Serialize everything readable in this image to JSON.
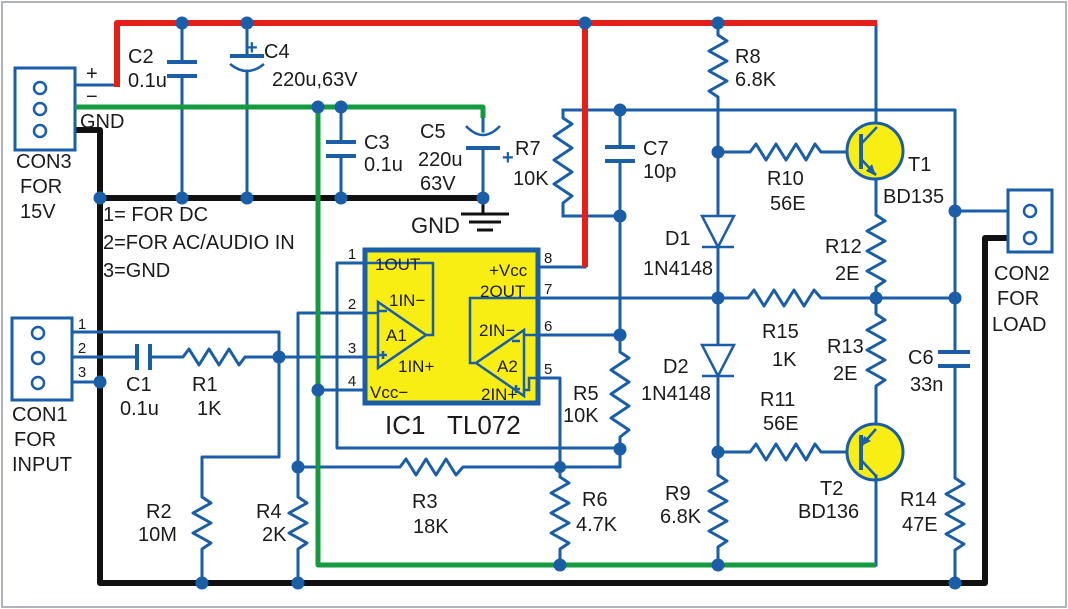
{
  "colors": {
    "wire": "#1a5ea8",
    "positive_rail": "#e41f18",
    "negative_rail": "#169a40",
    "ground_rail": "#111111",
    "ic_fill": "#f8ee13"
  },
  "connectors": {
    "con3": {
      "ref": "CON3",
      "for": "FOR",
      "target": "15V",
      "plus": "+",
      "minus": "−",
      "gnd": "GND"
    },
    "con1": {
      "ref": "CON1",
      "for": "FOR",
      "target": "INPUT",
      "pin1": "1",
      "pin2": "2",
      "pin3": "3"
    },
    "con2": {
      "ref": "CON2",
      "for": "FOR",
      "target": "LOAD"
    }
  },
  "notes": {
    "l1": "1= FOR DC",
    "l2": "2=FOR AC/AUDIO IN",
    "l3": "3=GND"
  },
  "gnd_label": "GND",
  "ic": {
    "ref": "IC1",
    "part": "TL072",
    "pin1": "1",
    "pin2": "2",
    "pin3": "3",
    "pin4": "4",
    "pin5": "5",
    "pin6": "6",
    "pin7": "7",
    "pin8": "8",
    "out1": "1OUT",
    "in1n": "1IN−",
    "a1": "A1",
    "in1p": "1IN+",
    "vccn": "Vcc−",
    "vccp": "+Vcc",
    "out2": "2OUT",
    "in2n": "2IN−",
    "a2": "A2",
    "in2p": "2IN+"
  },
  "parts": {
    "c1": {
      "ref": "C1",
      "val": "0.1u"
    },
    "c2": {
      "ref": "C2",
      "val": "0.1u"
    },
    "c3": {
      "ref": "C3",
      "val": "0.1u"
    },
    "c4": {
      "ref": "C4",
      "val": "220u,63V",
      "pol": "+"
    },
    "c5": {
      "ref": "C5",
      "val": "220u",
      "val2": "63V",
      "pol": "+"
    },
    "c6": {
      "ref": "C6",
      "val": "33n"
    },
    "c7": {
      "ref": "C7",
      "val": "10p"
    },
    "r1": {
      "ref": "R1",
      "val": "1K"
    },
    "r2": {
      "ref": "R2",
      "val": "10M"
    },
    "r3": {
      "ref": "R3",
      "val": "18K"
    },
    "r4": {
      "ref": "R4",
      "val": "2K"
    },
    "r5": {
      "ref": "R5",
      "val": "10K"
    },
    "r6": {
      "ref": "R6",
      "val": "4.7K"
    },
    "r7": {
      "ref": "R7",
      "val": "10K"
    },
    "r8": {
      "ref": "R8",
      "val": "6.8K"
    },
    "r9": {
      "ref": "R9",
      "val": "6.8K"
    },
    "r10": {
      "ref": "R10",
      "val": "56E"
    },
    "r11": {
      "ref": "R11",
      "val": "56E"
    },
    "r12": {
      "ref": "R12",
      "val": "2E"
    },
    "r13": {
      "ref": "R13",
      "val": "2E"
    },
    "r14": {
      "ref": "R14",
      "val": "47E"
    },
    "r15": {
      "ref": "R15",
      "val": "1K"
    },
    "d1": {
      "ref": "D1",
      "val": "1N4148"
    },
    "d2": {
      "ref": "D2",
      "val": "1N4148"
    },
    "t1": {
      "ref": "T1",
      "val": "BD135"
    },
    "t2": {
      "ref": "T2",
      "val": "BD136"
    }
  }
}
